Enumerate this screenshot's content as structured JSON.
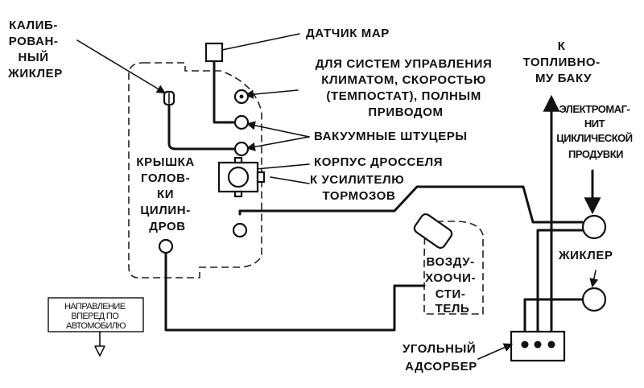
{
  "labels": {
    "calibrated_jet": [
      "КАЛИБ-",
      "РОВАН-",
      "НЫЙ",
      "ЖИКЛЕР"
    ],
    "map_sensor": "ДАТЧИК МАР",
    "systems": [
      "ДЛЯ СИСТЕМ УПРАВЛЕНИЯ",
      "КЛИМАТОМ, СКОРОСТЬЮ",
      "(ТЕМПОСТАТ), ПОЛНЫМ",
      "ПРИВОДОМ"
    ],
    "fuel_tank": [
      "К",
      "ТОПЛИВНО-",
      "МУ БАКУ"
    ],
    "solenoid": [
      "ЭЛЕКТРОМАГ-",
      "НИТ",
      "ЦИКЛИЧЕСКОЙ",
      "ПРОДУВКИ"
    ],
    "vacuum_fittings": "ВАКУУМНЫЕ ШТУЦЕРЫ",
    "throttle_body": "КОРПУС ДРОССЕЛЯ",
    "brake_booster": [
      "К УСИЛИТЕЛЮ",
      "ТОРМОЗОВ"
    ],
    "cylinder_head_cover": [
      "КРЫШКА",
      "ГОЛОВ-",
      "КИ",
      "ЦИЛИН-",
      "ДРОВ"
    ],
    "air_cleaner": [
      "ВОЗДУ-",
      "ХООЧИ-",
      "СТИ-",
      "ТЕЛЬ"
    ],
    "jet": "ЖИКЛЕР",
    "forward_direction": [
      "НАПРАВЛЕНИЕ",
      "ВПЕРЕД ПО",
      "АВТОМОБИЛЮ"
    ],
    "charcoal_canister": [
      "УГОЛЬНЫЙ",
      "АДСОРБЕР"
    ]
  }
}
